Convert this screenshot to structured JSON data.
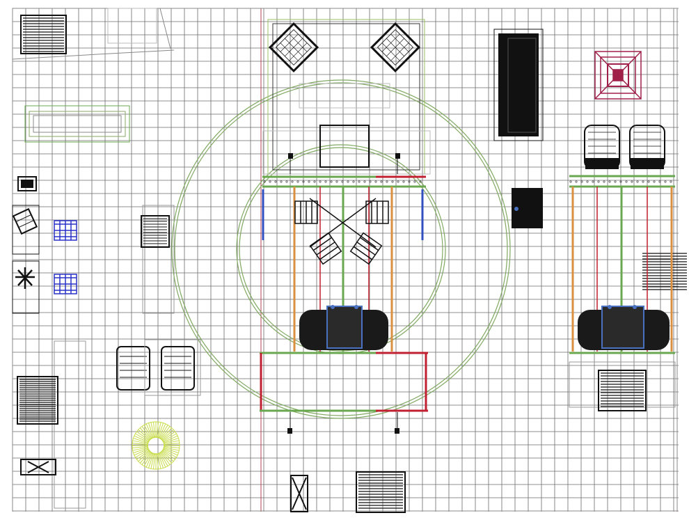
{
  "drawing": {
    "kind": "stage floor plan with grid",
    "grid": "on",
    "colors": {
      "background": "#ffffff",
      "grid": "#6a6a6a",
      "furniture": "#111111",
      "circle": "#7fa860",
      "truss_green": "#6aa84f",
      "truss_orange": "#d99040",
      "truss_red": "#c02030",
      "truss_blue": "#3050c0",
      "chair_blue": "#2830c8",
      "accent_magenta": "#a0204a",
      "plant": "#c8dc4a",
      "stage_accent": "#9bc060"
    },
    "items": [
      "piano-icon",
      "double-bed-icon",
      "armchair-icon",
      "sofa-icon",
      "plant-icon",
      "speaker-icon",
      "light-fixture-icon",
      "truss-frame",
      "round-stage"
    ]
  }
}
